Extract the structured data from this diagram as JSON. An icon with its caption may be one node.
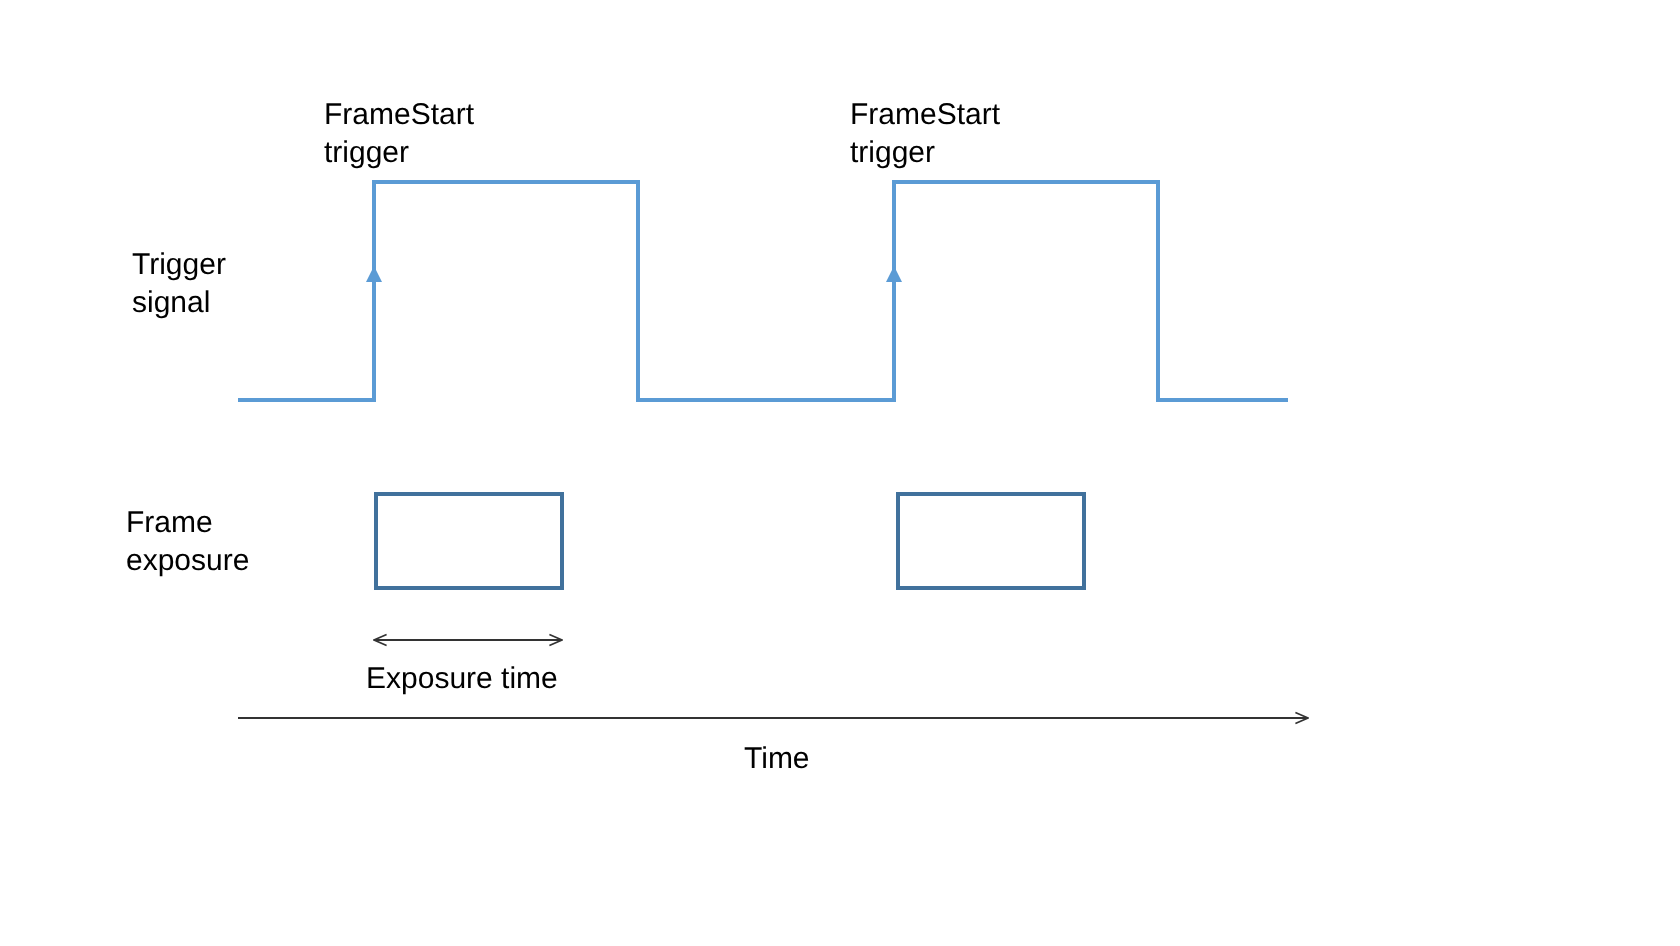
{
  "diagram": {
    "nodes": [
      {
        "text": [],
        "shape": "box"
      },
      {
        "text": [],
        "shape": "box"
      }
    ],
    "edges": [],
    "labels": [
      "FrameStart trigger",
      "FrameStart trigger",
      "Trigger signal",
      "Frame exposure",
      "Exposure time",
      "Time"
    ]
  }
}
